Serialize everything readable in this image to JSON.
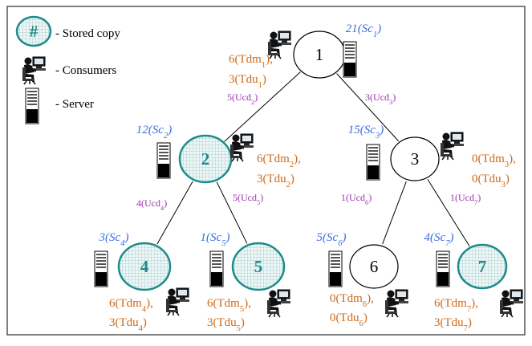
{
  "legend": {
    "symbol": "#",
    "stored_copy": "- Stored copy",
    "consumers": "- Consumers",
    "server": "- Server"
  },
  "colors": {
    "server_cost": "#3a6fe0",
    "demand": "#cc6a1a",
    "update_cost": "#9933aa",
    "stored_node": "#1c8b8b"
  },
  "nodes": [
    {
      "id": "1",
      "sc": "21",
      "sc_sub": "1",
      "stored": false,
      "tdm": "6",
      "tdm_sub": "1",
      "tdu": "3",
      "tdu_sub": "1"
    },
    {
      "id": "2",
      "sc": "12",
      "sc_sub": "2",
      "stored": true,
      "tdm": "6",
      "tdm_sub": "2",
      "tdu": "3",
      "tdu_sub": "2"
    },
    {
      "id": "3",
      "sc": "15",
      "sc_sub": "3",
      "stored": false,
      "tdm": "0",
      "tdm_sub": "3",
      "tdu": "0",
      "tdu_sub": "3"
    },
    {
      "id": "4",
      "sc": "3",
      "sc_sub": "4",
      "stored": true,
      "tdm": "6",
      "tdm_sub": "4",
      "tdu": "3",
      "tdu_sub": "4"
    },
    {
      "id": "5",
      "sc": "1",
      "sc_sub": "5",
      "stored": true,
      "tdm": "6",
      "tdm_sub": "5",
      "tdu": "3",
      "tdu_sub": "5"
    },
    {
      "id": "6",
      "sc": "5",
      "sc_sub": "6",
      "stored": false,
      "tdm": "0",
      "tdm_sub": "6",
      "tdu": "0",
      "tdu_sub": "6"
    },
    {
      "id": "7",
      "sc": "4",
      "sc_sub": "7",
      "stored": true,
      "tdm": "6",
      "tdm_sub": "7",
      "tdu": "3",
      "tdu_sub": "7"
    }
  ],
  "edges": [
    {
      "from": "1",
      "to": "2",
      "ucd": "5",
      "ucd_sub": "2"
    },
    {
      "from": "1",
      "to": "3",
      "ucd": "3",
      "ucd_sub": "3"
    },
    {
      "from": "2",
      "to": "4",
      "ucd": "4",
      "ucd_sub": "4"
    },
    {
      "from": "2",
      "to": "5",
      "ucd": "5",
      "ucd_sub": "5"
    },
    {
      "from": "3",
      "to": "6",
      "ucd": "1",
      "ucd_sub": "6"
    },
    {
      "from": "3",
      "to": "7",
      "ucd": "1",
      "ucd_sub": "7"
    }
  ]
}
